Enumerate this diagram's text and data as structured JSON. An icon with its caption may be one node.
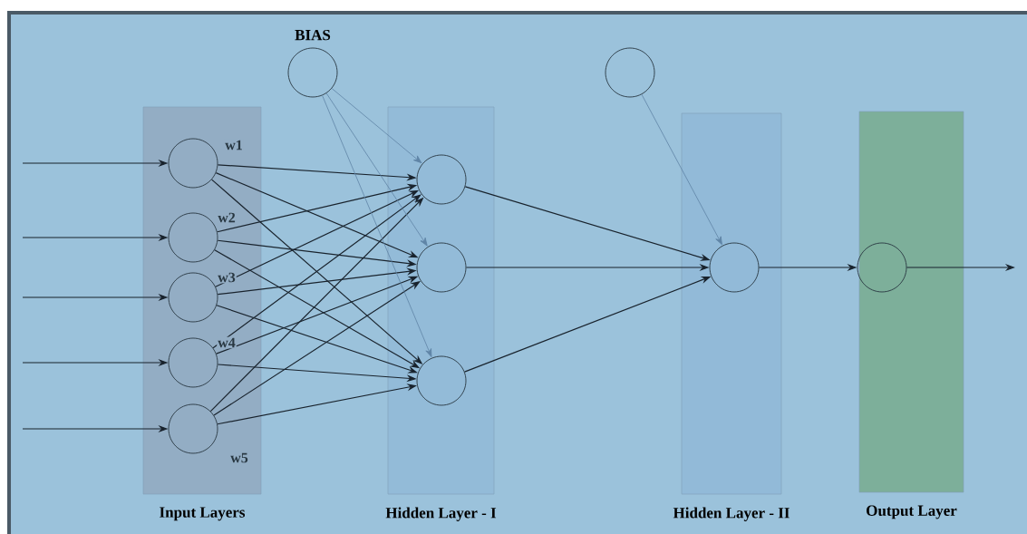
{
  "diagram": {
    "nodes": [
      {
        "text": [
          "Input Layers"
        ]
      },
      {
        "text": [],
        "shape": "circle",
        "in": 0,
        "beside": [
          "w1"
        ]
      },
      {
        "text": [],
        "shape": "circle",
        "in": 0,
        "beside": [
          "w2"
        ]
      },
      {
        "text": [],
        "shape": "circle",
        "in": 0,
        "beside": [
          "w3"
        ]
      },
      {
        "text": [],
        "shape": "circle",
        "in": 0,
        "beside": [
          "w4"
        ]
      },
      {
        "text": [],
        "shape": "circle",
        "in": 0,
        "beside": [
          "w5"
        ]
      },
      {
        "text": [
          "Hidden Layer - I"
        ]
      },
      {
        "text": [],
        "shape": "circle",
        "in": 6
      },
      {
        "text": [],
        "shape": "circle",
        "in": 6
      },
      {
        "text": [],
        "shape": "circle",
        "in": 6
      },
      {
        "text": [
          "Hidden Layer - II"
        ]
      },
      {
        "text": [],
        "shape": "circle",
        "in": 10
      },
      {
        "text": [
          "Output Layer"
        ]
      },
      {
        "text": [],
        "shape": "circle",
        "in": 12
      },
      {
        "text": [
          "BIAS"
        ]
      },
      {
        "text": [],
        "shape": "circle"
      }
    ],
    "edges": [
      {
        "from": null,
        "to": 1,
        "arrow": "to"
      },
      {
        "from": null,
        "to": 2,
        "arrow": "to"
      },
      {
        "from": null,
        "to": 3,
        "arrow": "to"
      },
      {
        "from": null,
        "to": 4,
        "arrow": "to"
      },
      {
        "from": null,
        "to": 5,
        "arrow": "to"
      },
      {
        "from": 1,
        "to": 7,
        "arrow": "to"
      },
      {
        "from": 1,
        "to": 8,
        "arrow": "to"
      },
      {
        "from": 1,
        "to": 9,
        "arrow": "to"
      },
      {
        "from": 2,
        "to": 7,
        "arrow": "to"
      },
      {
        "from": 2,
        "to": 8,
        "arrow": "to"
      },
      {
        "from": 2,
        "to": 9,
        "arrow": "to"
      },
      {
        "from": 3,
        "to": 7,
        "arrow": "to"
      },
      {
        "from": 3,
        "to": 8,
        "arrow": "to"
      },
      {
        "from": 3,
        "to": 9,
        "arrow": "to"
      },
      {
        "from": 4,
        "to": 7,
        "arrow": "to"
      },
      {
        "from": 4,
        "to": 8,
        "arrow": "to"
      },
      {
        "from": 4,
        "to": 9,
        "arrow": "to"
      },
      {
        "from": 5,
        "to": 7,
        "arrow": "to"
      },
      {
        "from": 5,
        "to": 8,
        "arrow": "to"
      },
      {
        "from": 5,
        "to": 9,
        "arrow": "to"
      },
      {
        "from": 14,
        "to": 7,
        "arrow": "to",
        "color": "#5f84a6"
      },
      {
        "from": 14,
        "to": 8,
        "arrow": "to",
        "color": "#5f84a6"
      },
      {
        "from": 14,
        "to": 9,
        "arrow": "to",
        "color": "#5f84a6"
      },
      {
        "from": 15,
        "to": 11,
        "arrow": "to",
        "color": "#5f84a6"
      },
      {
        "from": 7,
        "to": 11,
        "arrow": "to"
      },
      {
        "from": 8,
        "to": 11,
        "arrow": "to"
      },
      {
        "from": 9,
        "to": 11,
        "arrow": "to"
      },
      {
        "from": 11,
        "to": 13,
        "arrow": "to"
      },
      {
        "from": 13,
        "to": null,
        "arrow": "to"
      }
    ]
  }
}
